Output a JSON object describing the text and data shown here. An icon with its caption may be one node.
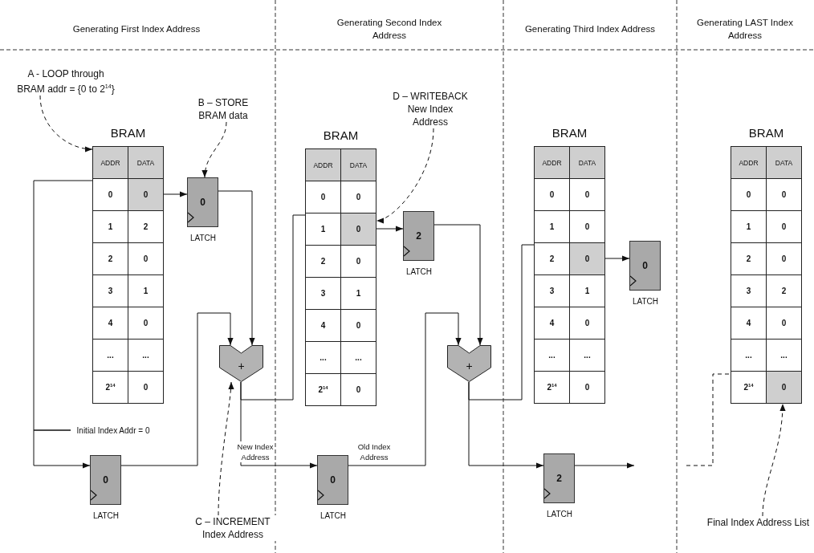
{
  "diagram": {
    "nodes": [
      {
        "text": [
          "A - LOOP through BRAM addr = {0 to 2$^{14}$}"
        ]
      },
      {
        "text": [
          "B – STORE BRAM data"
        ]
      },
      {
        "text": [
          "D – WRITEBACK New Index Address"
        ]
      },
      {
        "text": [
          "BRAM"
        ]
      },
      {
        "text": [
          "ADDR"
        ],
        "in": 3
      },
      {
        "text": [
          "DATA"
        ],
        "in": 3
      },
      {
        "text": [
          "0"
        ],
        "in": 3
      },
      {
        "text": [
          "0"
        ],
        "in": 3
      },
      {
        "text": [
          "1"
        ],
        "in": 3
      },
      {
        "text": [
          "2"
        ],
        "in": 3
      },
      {
        "text": [
          "2"
        ],
        "in": 3
      },
      {
        "text": [
          "0"
        ],
        "in": 3
      },
      {
        "text": [
          "3"
        ],
        "in": 3
      },
      {
        "text": [
          "1"
        ],
        "in": 3
      },
      {
        "text": [
          "4"
        ],
        "in": 3
      },
      {
        "text": [
          "0"
        ],
        "in": 3
      },
      {
        "text": [
          "..."
        ],
        "in": 3
      },
      {
        "text": [
          "..."
        ],
        "in": 3
      },
      {
        "text": [
          "2$^{14}$"
        ],
        "in": 3
      },
      {
        "text": [
          "0"
        ],
        "in": 3
      },
      {
        "text": [
          "0"
        ],
        "beside": [
          "LATCH"
        ]
      },
      {
        "text": [
          "BRAM"
        ]
      },
      {
        "text": [
          "ADDR"
        ],
        "in": 21
      },
      {
        "text": [
          "DATA"
        ],
        "in": 21
      },
      {
        "text": [
          "0"
        ],
        "in": 21
      },
      {
        "text": [
          "0"
        ],
        "in": 21
      },
      {
        "text": [
          "1"
        ],
        "in": 21
      },
      {
        "text": [
          "0"
        ],
        "in": 21
      },
      {
        "text": [
          "2"
        ],
        "in": 21
      },
      {
        "text": [
          "0"
        ],
        "in": 21
      },
      {
        "text": [
          "3"
        ],
        "in": 21
      },
      {
        "text": [
          "1"
        ],
        "in": 21
      },
      {
        "text": [
          "4"
        ],
        "in": 21
      },
      {
        "text": [
          "0"
        ],
        "in": 21
      },
      {
        "text": [
          "..."
        ],
        "in": 21
      },
      {
        "text": [
          "..."
        ],
        "in": 21
      },
      {
        "text": [
          "2$^{14}$"
        ],
        "in": 21
      },
      {
        "text": [
          "0"
        ],
        "in": 21
      },
      {
        "text": [
          "2"
        ],
        "beside": [
          "LATCH"
        ]
      },
      {
        "text": [
          "BRAM"
        ]
      },
      {
        "text": [
          "ADDR"
        ],
        "in": 39
      },
      {
        "text": [
          "DATA"
        ],
        "in": 39
      },
      {
        "text": [
          "0"
        ],
        "in": 39
      },
      {
        "text": [
          "0"
        ],
        "in": 39
      },
      {
        "text": [
          "1"
        ],
        "in": 39
      },
      {
        "text": [
          "0"
        ],
        "in": 39
      },
      {
        "text": [
          "2"
        ],
        "in": 39
      },
      {
        "text": [
          "0"
        ],
        "in": 39
      },
      {
        "text": [
          "3"
        ],
        "in": 39
      },
      {
        "text": [
          "1"
        ],
        "in": 39
      },
      {
        "text": [
          "4"
        ],
        "in": 39
      },
      {
        "text": [
          "0"
        ],
        "in": 39
      },
      {
        "text": [
          "..."
        ],
        "in": 39
      },
      {
        "text": [
          "..."
        ],
        "in": 39
      },
      {
        "text": [
          "2$^{14}$"
        ],
        "in": 39
      },
      {
        "text": [
          "0"
        ],
        "in": 39
      },
      {
        "text": [
          "0"
        ],
        "beside": [
          "LATCH"
        ]
      },
      {
        "text": [
          "BRAM"
        ]
      },
      {
        "text": [
          "ADDR"
        ],
        "in": 57
      },
      {
        "text": [
          "DATA"
        ],
        "in": 57
      },
      {
        "text": [
          "0"
        ],
        "in": 57
      },
      {
        "text": [
          "0"
        ],
        "in": 57
      },
      {
        "text": [
          "1"
        ],
        "in": 57
      },
      {
        "text": [
          "0"
        ],
        "in": 57
      },
      {
        "text": [
          "2"
        ],
        "in": 57
      },
      {
        "text": [
          "0"
        ],
        "in": 57
      },
      {
        "text": [
          "3"
        ],
        "in": 57
      },
      {
        "text": [
          "2"
        ],
        "in": 57
      },
      {
        "text": [
          "4"
        ],
        "in": 57
      },
      {
        "text": [
          "0"
        ],
        "in": 57
      },
      {
        "text": [
          "..."
        ],
        "in": 57
      },
      {
        "text": [
          "..."
        ],
        "in": 57
      },
      {
        "text": [
          "2$^{14}$"
        ],
        "in": 57
      },
      {
        "text": [
          "0"
        ],
        "in": 57
      },
      {
        "text": [
          "+"
        ]
      },
      {
        "text": [
          "+"
        ]
      },
      {
        "text": [
          "Initial Index Addr = 0"
        ]
      },
      {
        "text": [
          "0"
        ],
        "beside": [
          "LATCH"
        ]
      },
      {
        "text": [
          "0"
        ],
        "beside": [
          "LATCH"
        ]
      },
      {
        "text": [
          "2"
        ],
        "beside": [
          "LATCH"
        ]
      },
      {
        "text": [
          "C – INCREMENT Index Address"
        ]
      },
      {
        "text": [
          "Final Index Address List"
        ]
      }
    ],
    "edges": [
      {
        "from": 0,
        "to": 4,
        "arrow": "to",
        "style": "dashed"
      },
      {
        "from": 1,
        "to": 20,
        "arrow": "to",
        "style": "dashed"
      },
      {
        "from": 2,
        "to": 27,
        "arrow": "to",
        "style": "dashed"
      },
      {
        "from": 76,
        "to": 7,
        "arrow": "to"
      },
      {
        "from": 76,
        "to": 77,
        "arrow": "to"
      },
      {
        "from": 7,
        "to": 20,
        "arrow": "to"
      },
      {
        "from": 20,
        "to": 74,
        "arrow": "to"
      },
      {
        "from": 77,
        "to": 74,
        "arrow": "to"
      },
      {
        "from": 74,
        "to": 27,
        "arrow": "to"
      },
      {
        "from": 74,
        "to": 78,
        "arrow": "to",
        "label": "New Index Address"
      },
      {
        "from": 27,
        "to": 38,
        "arrow": "to"
      },
      {
        "from": 38,
        "to": 75,
        "arrow": "to"
      },
      {
        "from": 78,
        "to": 75,
        "arrow": "to",
        "label": "Old Index Address"
      },
      {
        "from": 75,
        "to": 47,
        "arrow": "to"
      },
      {
        "from": 75,
        "to": 79,
        "arrow": "to"
      },
      {
        "from": 47,
        "to": 56,
        "arrow": "to"
      },
      {
        "from": 79,
        "to": null,
        "arrow": "to"
      },
      {
        "from": null,
        "to": 73,
        "arrow": "to",
        "style": "dashed"
      },
      {
        "from": 80,
        "to": 74,
        "arrow": "to",
        "style": "dashed"
      },
      {
        "from": 81,
        "to": 73,
        "arrow": "to",
        "style": "dashed"
      }
    ],
    "labels": [
      "Generating First Index Address",
      "Generating Second Index Address",
      "Generating Third Index Address",
      "Generating LAST Index Address"
    ]
  }
}
